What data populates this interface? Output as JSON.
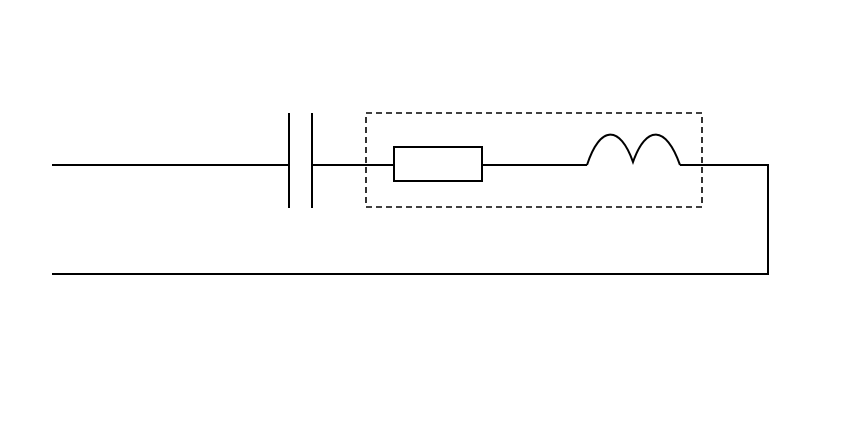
{
  "diagram": {
    "type": "series RLC circuit",
    "components": [
      "capacitor",
      "resistor",
      "inductor"
    ],
    "colors": {
      "stroke": "#000000",
      "background": "#ffffff"
    }
  }
}
